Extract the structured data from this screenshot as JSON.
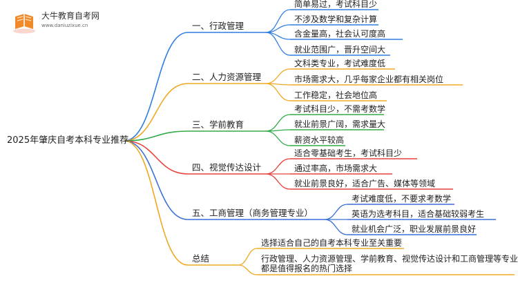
{
  "brand": {
    "name": "大牛教育自考网",
    "url": "www.daniuzixue.cn"
  },
  "root": {
    "label": "2025年肇庆自考本科专业推荐"
  },
  "branches": [
    {
      "label": "一、行政管理",
      "color": "#2f7de1",
      "leaves": [
        "简单易过，考试科目少",
        "不涉及数学和复杂计算",
        "含金量高，社会认可度高",
        "就业范围广，晋升空间大"
      ]
    },
    {
      "label": "二、人力资源管理",
      "color": "#f0a820",
      "leaves": [
        "文科类专业，考试难度低",
        "市场需求大，几乎每家企业都有相关岗位",
        "工作稳定，社会地位高"
      ]
    },
    {
      "label": "三、学前教育",
      "color": "#2eaa46",
      "leaves": [
        "考试科目少，不需考数学",
        "就业前景广阔，需求量大",
        "薪资水平较高"
      ]
    },
    {
      "label": "四、视觉传达设计",
      "color": "#e8413c",
      "leaves": [
        "适合零基础考生，考试科目少",
        "通过率高，市场需求大",
        "就业前景良好，适合广告、媒体等领域"
      ]
    },
    {
      "label": "五、工商管理（商务管理专业）",
      "color": "#3a6fd8",
      "leaves": [
        "考试难度低，不要求考数学",
        "英语为选考科目，适合基础较弱考生",
        "就业机会广泛，职业发展前景良好"
      ]
    },
    {
      "label": "总结",
      "color": "#f0a820",
      "leaves": [
        "选择适合自己的自考本科专业至关重要",
        "行政管理、人力资源管理、学前教育、视觉传达设计和工商管理等专业\n都是值得报名的热门选择"
      ]
    }
  ]
}
